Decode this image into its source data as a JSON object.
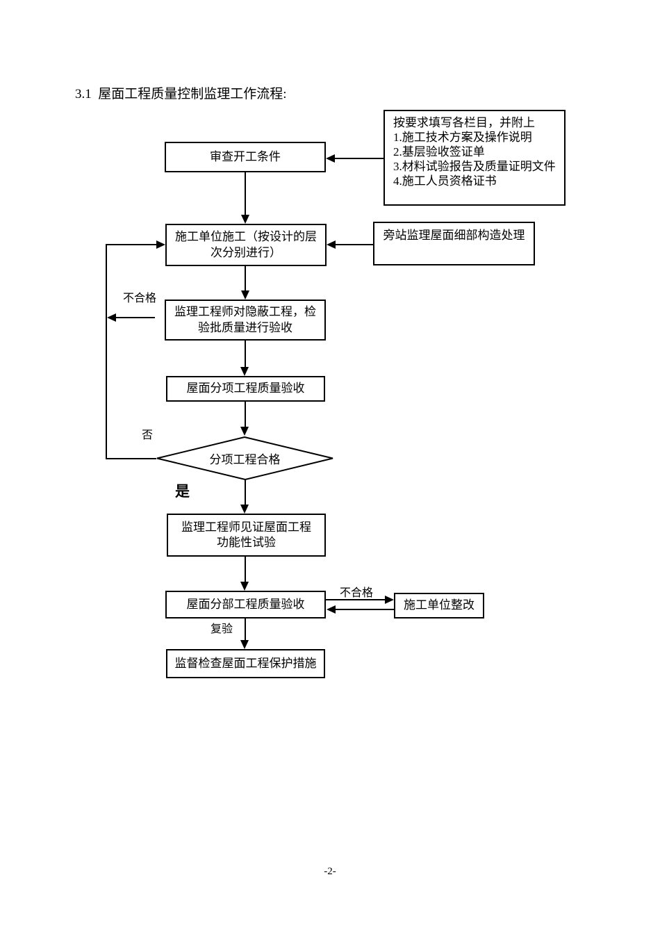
{
  "title": "3.1  屋面工程质量控制监理工作流程:",
  "nodes": {
    "review": {
      "label": "审查开工条件"
    },
    "requirements": {
      "lines": [
        "按要求填写各栏目，并附上",
        "1.施工技术方案及操作说明",
        "2.基层验收签证单",
        "3.材料试验报告及质量证明文件",
        "4.施工人员资格证书"
      ]
    },
    "construction": {
      "label": "施工单位施工（按设计的层\n次分别进行）"
    },
    "sidestation": {
      "label": "旁站监理屋面细部构造处理"
    },
    "hidden_inspection": {
      "label": "监理工程师对隐蔽工程，检\n验批质量进行验收"
    },
    "subitem_acceptance": {
      "label": "屋面分项工程质量验收"
    },
    "decision": {
      "label": "分项工程合格"
    },
    "witness_test": {
      "label": "监理工程师见证屋面工程\n功能性试验"
    },
    "subdivision_acceptance": {
      "label": "屋面分部工程质量验收"
    },
    "rectify": {
      "label": "施工单位整改"
    },
    "protection": {
      "label": "监督检查屋面工程保护措施"
    }
  },
  "labels": {
    "fail_left": "不合格",
    "no": "否",
    "yes": "是",
    "fail_right": "不合格",
    "recheck": "复验"
  },
  "page_number": "-2-",
  "colors": {
    "line": "#000000",
    "background": "#ffffff"
  }
}
